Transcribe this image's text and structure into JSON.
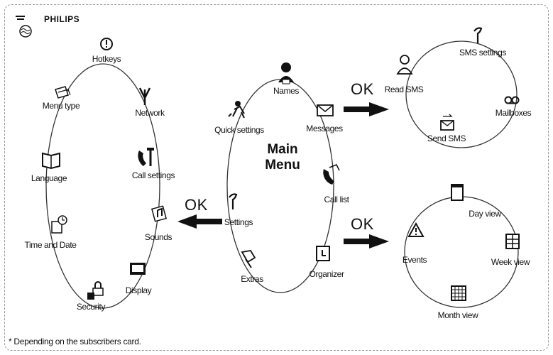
{
  "brand": {
    "name": "PHILIPS"
  },
  "main_menu": {
    "title_line1": "Main",
    "title_line2": "Menu",
    "items": [
      "Names",
      "Messages",
      "Call list",
      "Organizer",
      "Extras",
      "Settings",
      "Quick settings"
    ]
  },
  "settings_menu": {
    "items": [
      "Hotkeys",
      "Network",
      "Call settings",
      "Sounds",
      "Display",
      "Security",
      "Time and Date",
      "Language",
      "Menu type"
    ]
  },
  "sms_menu": {
    "items": [
      "Read SMS",
      "SMS settings",
      "Mailboxes",
      "Send SMS"
    ]
  },
  "organizer_menu": {
    "items": [
      "Day view",
      "Week view",
      "Month view",
      "Events"
    ]
  },
  "arrows": {
    "ok_sms": "OK",
    "ok_settings": "OK",
    "ok_organizer": "OK"
  },
  "footnote": "* Depending on the subscribers card."
}
